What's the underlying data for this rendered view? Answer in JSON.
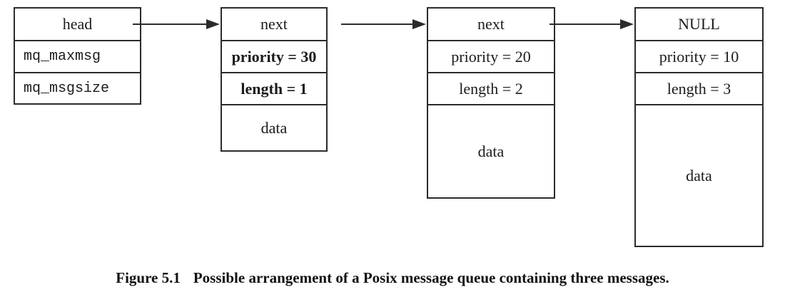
{
  "head_box": {
    "rows": [
      "head",
      "mq_maxmsg",
      "mq_msgsize"
    ]
  },
  "messages": [
    {
      "next": "next",
      "priority": "priority = 30",
      "length": "length = 1",
      "data": "data"
    },
    {
      "next": "next",
      "priority": "priority = 20",
      "length": "length = 2",
      "data": "data"
    },
    {
      "next": "NULL",
      "priority": "priority = 10",
      "length": "length = 3",
      "data": "data"
    }
  ],
  "caption": {
    "number": "Figure 5.1",
    "text": "Possible arrangement of a Posix message queue containing three messages."
  },
  "colors": {
    "line": "#2b2b2b",
    "text": "#1c1c1c"
  }
}
